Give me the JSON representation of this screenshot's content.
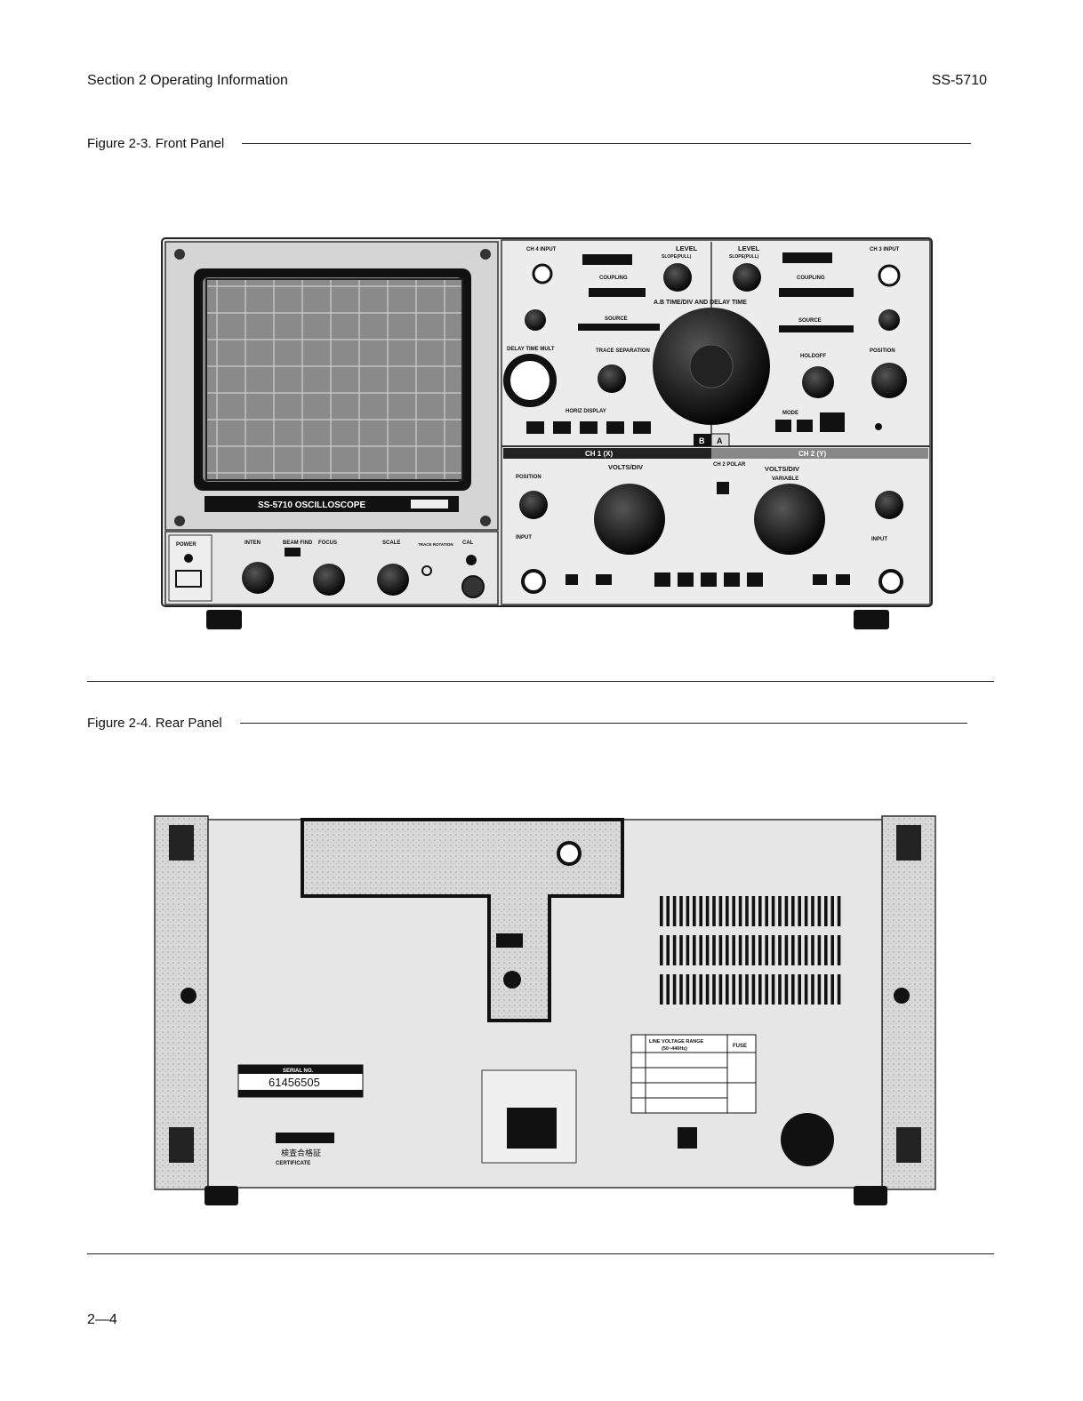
{
  "header": {
    "section": "Section 2 Operating Information",
    "model": "SS-5710"
  },
  "figures": {
    "front": {
      "caption": "Figure 2-3. Front Panel"
    },
    "rear": {
      "caption": "Figure 2-4. Rear Panel"
    }
  },
  "front_panel": {
    "crt_label": "SS-5710 OSCILLOSCOPE",
    "power": "POWER",
    "inten": "INTEN",
    "beam_find": "BEAM FIND",
    "focus": "FOCUS",
    "scale": "SCALE",
    "trace_rotation": "TRACE ROTATION",
    "cal": "CAL",
    "ch4_input": "CH 4 INPUT",
    "coupling": "COUPLING",
    "level": "LEVEL",
    "slope_pull": "SLOPE(PULL)",
    "ch3_input": "CH 3 INPUT",
    "time_div": "A.B TIME/DIV AND DELAY TIME",
    "source": "SOURCE",
    "delay_time_mult": "DELAY TIME MULT",
    "trace_separation": "TRACE SEPARATION",
    "holdoff": "HOLDOFF",
    "position": "POSITION",
    "horiz_display": "HORIZ DISPLAY",
    "mode": "MODE",
    "ch1": "CH 1 (X)",
    "ch2": "CH 2 (Y)",
    "ch2_polar": "CH 2 POLAR",
    "volts_div": "VOLTS/DIV",
    "variable": "VARIABLE",
    "input": "INPUT",
    "b_label": "B",
    "a_label": "A"
  },
  "rear_panel": {
    "serial_no_label": "SERIAL NO.",
    "serial_no": "61456505",
    "certificate": "CERTIFICATE",
    "certificate_jp": "検査合格証",
    "line_voltage": "LINE VOLTAGE RANGE",
    "freq": "(50~440Hz)",
    "fuse": "FUSE"
  },
  "page_number": "2—4"
}
